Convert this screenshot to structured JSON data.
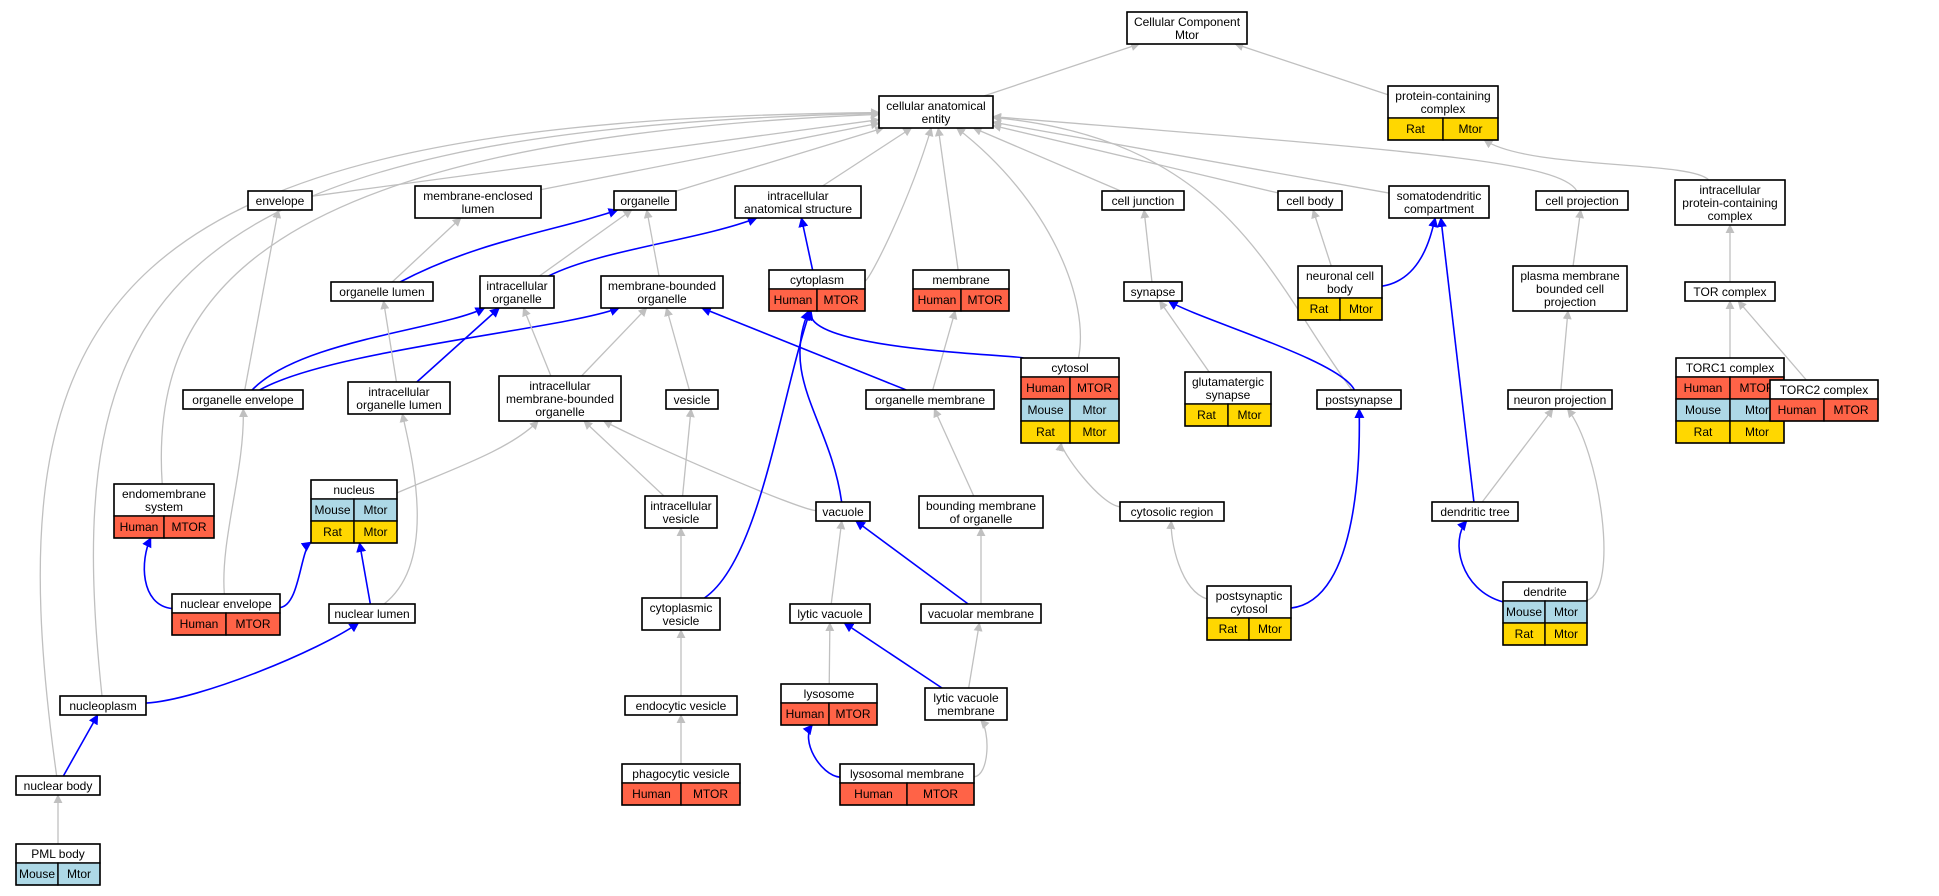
{
  "diagram": {
    "palette": {
      "human": "#FF6347",
      "mouse": "#ADD8E6",
      "rat": "#FFD700",
      "edge_is_a": "#C0C0C0",
      "edge_part_of": "#0000FF"
    },
    "nodes": [
      {
        "id": "cc_root",
        "lines": [
          "Cellular Component",
          "Mtor"
        ],
        "badges": []
      },
      {
        "id": "protein_complex",
        "lines": [
          "protein-containing",
          "complex"
        ],
        "badges": [
          [
            "Rat",
            "Mtor"
          ]
        ]
      },
      {
        "id": "cae",
        "lines": [
          "cellular anatomical",
          "entity"
        ],
        "badges": []
      },
      {
        "id": "envelope",
        "lines": [
          "envelope"
        ],
        "badges": []
      },
      {
        "id": "mel",
        "lines": [
          "membrane-enclosed",
          "lumen"
        ],
        "badges": []
      },
      {
        "id": "organelle",
        "lines": [
          "organelle"
        ],
        "badges": []
      },
      {
        "id": "ias",
        "lines": [
          "intracellular",
          "anatomical structure"
        ],
        "badges": []
      },
      {
        "id": "cell_junction",
        "lines": [
          "cell junction"
        ],
        "badges": []
      },
      {
        "id": "cell_body",
        "lines": [
          "cell body"
        ],
        "badges": []
      },
      {
        "id": "sdc",
        "lines": [
          "somatodendritic",
          "compartment"
        ],
        "badges": []
      },
      {
        "id": "cell_projection",
        "lines": [
          "cell projection"
        ],
        "badges": []
      },
      {
        "id": "ipcc",
        "lines": [
          "intracellular",
          "protein-containing",
          "complex"
        ],
        "badges": []
      },
      {
        "id": "org_lumen",
        "lines": [
          "organelle lumen"
        ],
        "badges": []
      },
      {
        "id": "intra_org",
        "lines": [
          "intracellular",
          "organelle"
        ],
        "badges": []
      },
      {
        "id": "mbo",
        "lines": [
          "membrane-bounded",
          "organelle"
        ],
        "badges": []
      },
      {
        "id": "cytoplasm",
        "lines": [
          "cytoplasm"
        ],
        "badges": [
          [
            "Human",
            "MTOR"
          ]
        ]
      },
      {
        "id": "membrane",
        "lines": [
          "membrane"
        ],
        "badges": [
          [
            "Human",
            "MTOR"
          ]
        ]
      },
      {
        "id": "synapse",
        "lines": [
          "synapse"
        ],
        "badges": []
      },
      {
        "id": "ncb",
        "lines": [
          "neuronal cell",
          "body"
        ],
        "badges": [
          [
            "Rat",
            "Mtor"
          ]
        ]
      },
      {
        "id": "pmbcp",
        "lines": [
          "plasma membrane",
          "bounded cell",
          "projection"
        ],
        "badges": []
      },
      {
        "id": "tor",
        "lines": [
          "TOR complex"
        ],
        "badges": []
      },
      {
        "id": "org_env",
        "lines": [
          "organelle envelope"
        ],
        "badges": []
      },
      {
        "id": "iol",
        "lines": [
          "intracellular",
          "organelle lumen"
        ],
        "badges": []
      },
      {
        "id": "imbo",
        "lines": [
          "intracellular",
          "membrane-bounded",
          "organelle"
        ],
        "badges": []
      },
      {
        "id": "vesicle",
        "lines": [
          "vesicle"
        ],
        "badges": []
      },
      {
        "id": "org_mem",
        "lines": [
          "organelle membrane"
        ],
        "badges": []
      },
      {
        "id": "cytosol",
        "lines": [
          "cytosol"
        ],
        "badges": [
          [
            "Human",
            "MTOR"
          ],
          [
            "Mouse",
            "Mtor"
          ],
          [
            "Rat",
            "Mtor"
          ]
        ]
      },
      {
        "id": "glut",
        "lines": [
          "glutamatergic",
          "synapse"
        ],
        "badges": [
          [
            "Rat",
            "Mtor"
          ]
        ]
      },
      {
        "id": "postsynapse",
        "lines": [
          "postsynapse"
        ],
        "badges": []
      },
      {
        "id": "neuron_proj",
        "lines": [
          "neuron projection"
        ],
        "badges": []
      },
      {
        "id": "torc1",
        "lines": [
          "TORC1 complex"
        ],
        "badges": [
          [
            "Human",
            "MTOR"
          ],
          [
            "Mouse",
            "Mtor"
          ],
          [
            "Rat",
            "Mtor"
          ]
        ]
      },
      {
        "id": "torc2",
        "lines": [
          "TORC2 complex"
        ],
        "badges": [
          [
            "Human",
            "MTOR"
          ]
        ]
      },
      {
        "id": "endo",
        "lines": [
          "endomembrane",
          "system"
        ],
        "badges": [
          [
            "Human",
            "MTOR"
          ]
        ]
      },
      {
        "id": "nucleus",
        "lines": [
          "nucleus"
        ],
        "badges": [
          [
            "Mouse",
            "Mtor"
          ],
          [
            "Rat",
            "Mtor"
          ]
        ]
      },
      {
        "id": "iv",
        "lines": [
          "intracellular",
          "vesicle"
        ],
        "badges": []
      },
      {
        "id": "vacuole",
        "lines": [
          "vacuole"
        ],
        "badges": []
      },
      {
        "id": "bmo",
        "lines": [
          "bounding membrane",
          "of organelle"
        ],
        "badges": []
      },
      {
        "id": "cytosolic_region",
        "lines": [
          "cytosolic region"
        ],
        "badges": []
      },
      {
        "id": "dendritic_tree",
        "lines": [
          "dendritic tree"
        ],
        "badges": []
      },
      {
        "id": "nuc_env",
        "lines": [
          "nuclear envelope"
        ],
        "badges": [
          [
            "Human",
            "MTOR"
          ]
        ]
      },
      {
        "id": "nuc_lumen",
        "lines": [
          "nuclear lumen"
        ],
        "badges": []
      },
      {
        "id": "cyto_vesicle",
        "lines": [
          "cytoplasmic",
          "vesicle"
        ],
        "badges": []
      },
      {
        "id": "lytic_vac",
        "lines": [
          "lytic vacuole"
        ],
        "badges": []
      },
      {
        "id": "vac_mem",
        "lines": [
          "vacuolar membrane"
        ],
        "badges": []
      },
      {
        "id": "ps_cytosol",
        "lines": [
          "postsynaptic",
          "cytosol"
        ],
        "badges": [
          [
            "Rat",
            "Mtor"
          ]
        ]
      },
      {
        "id": "dendrite",
        "lines": [
          "dendrite"
        ],
        "badges": [
          [
            "Mouse",
            "Mtor"
          ],
          [
            "Rat",
            "Mtor"
          ]
        ]
      },
      {
        "id": "nucleoplasm",
        "lines": [
          "nucleoplasm"
        ],
        "badges": []
      },
      {
        "id": "endocytic",
        "lines": [
          "endocytic vesicle"
        ],
        "badges": []
      },
      {
        "id": "lysosome",
        "lines": [
          "lysosome"
        ],
        "badges": [
          [
            "Human",
            "MTOR"
          ]
        ]
      },
      {
        "id": "lvm",
        "lines": [
          "lytic vacuole",
          "membrane"
        ],
        "badges": []
      },
      {
        "id": "nuclear_body",
        "lines": [
          "nuclear body"
        ],
        "badges": []
      },
      {
        "id": "phagocytic",
        "lines": [
          "phagocytic vesicle"
        ],
        "badges": [
          [
            "Human",
            "MTOR"
          ]
        ]
      },
      {
        "id": "lyso_mem",
        "lines": [
          "lysosomal membrane"
        ],
        "badges": [
          [
            "Human",
            "MTOR"
          ]
        ]
      },
      {
        "id": "pml",
        "lines": [
          "PML body"
        ],
        "badges": [
          [
            "Mouse",
            "Mtor"
          ]
        ]
      }
    ],
    "edges": [
      {
        "from": "cae",
        "to": "cc_root",
        "type": "is_a"
      },
      {
        "from": "protein_complex",
        "to": "cc_root",
        "type": "is_a"
      },
      {
        "from": "envelope",
        "to": "cae",
        "type": "is_a"
      },
      {
        "from": "mel",
        "to": "cae",
        "type": "is_a"
      },
      {
        "from": "organelle",
        "to": "cae",
        "type": "is_a"
      },
      {
        "from": "ias",
        "to": "cae",
        "type": "is_a"
      },
      {
        "from": "cytoplasm",
        "to": "cae",
        "type": "is_a"
      },
      {
        "from": "membrane",
        "to": "cae",
        "type": "is_a"
      },
      {
        "from": "cytosol",
        "to": "cae",
        "type": "is_a"
      },
      {
        "from": "cell_junction",
        "to": "cae",
        "type": "is_a"
      },
      {
        "from": "postsynapse",
        "to": "cae",
        "type": "is_a"
      },
      {
        "from": "cell_body",
        "to": "cae",
        "type": "is_a"
      },
      {
        "from": "sdc",
        "to": "cae",
        "type": "is_a"
      },
      {
        "from": "cell_projection",
        "to": "cae",
        "type": "is_a"
      },
      {
        "from": "ipcc",
        "to": "protein_complex",
        "type": "is_a"
      },
      {
        "from": "endo",
        "to": "cae",
        "type": "is_a"
      },
      {
        "from": "nucleoplasm",
        "to": "cae",
        "type": "is_a"
      },
      {
        "from": "nuclear_body",
        "to": "cae",
        "type": "is_a"
      },
      {
        "from": "org_lumen",
        "to": "mel",
        "type": "is_a"
      },
      {
        "from": "org_lumen",
        "to": "organelle",
        "type": "part_of"
      },
      {
        "from": "intra_org",
        "to": "organelle",
        "type": "is_a"
      },
      {
        "from": "intra_org",
        "to": "ias",
        "type": "part_of"
      },
      {
        "from": "mbo",
        "to": "organelle",
        "type": "is_a"
      },
      {
        "from": "cytoplasm",
        "to": "ias",
        "type": "part_of"
      },
      {
        "from": "synapse",
        "to": "cell_junction",
        "type": "is_a"
      },
      {
        "from": "ncb",
        "to": "cell_body",
        "type": "is_a"
      },
      {
        "from": "ncb",
        "to": "sdc",
        "type": "part_of"
      },
      {
        "from": "pmbcp",
        "to": "cell_projection",
        "type": "is_a"
      },
      {
        "from": "tor",
        "to": "ipcc",
        "type": "is_a"
      },
      {
        "from": "org_env",
        "to": "envelope",
        "type": "is_a"
      },
      {
        "from": "org_env",
        "to": "intra_org",
        "type": "part_of"
      },
      {
        "from": "org_env",
        "to": "mbo",
        "type": "part_of"
      },
      {
        "from": "iol",
        "to": "org_lumen",
        "type": "is_a"
      },
      {
        "from": "iol",
        "to": "intra_org",
        "type": "part_of"
      },
      {
        "from": "imbo",
        "to": "intra_org",
        "type": "is_a"
      },
      {
        "from": "imbo",
        "to": "mbo",
        "type": "is_a"
      },
      {
        "from": "vesicle",
        "to": "mbo",
        "type": "is_a"
      },
      {
        "from": "org_mem",
        "to": "membrane",
        "type": "is_a"
      },
      {
        "from": "org_mem",
        "to": "mbo",
        "type": "part_of"
      },
      {
        "from": "cytosol",
        "to": "cytoplasm",
        "type": "part_of"
      },
      {
        "from": "glut",
        "to": "synapse",
        "type": "is_a"
      },
      {
        "from": "postsynapse",
        "to": "synapse",
        "type": "part_of"
      },
      {
        "from": "neuron_proj",
        "to": "pmbcp",
        "type": "is_a"
      },
      {
        "from": "torc1",
        "to": "tor",
        "type": "is_a"
      },
      {
        "from": "torc2",
        "to": "tor",
        "type": "is_a"
      },
      {
        "from": "nucleus",
        "to": "imbo",
        "type": "is_a"
      },
      {
        "from": "iv",
        "to": "imbo",
        "type": "is_a"
      },
      {
        "from": "iv",
        "to": "vesicle",
        "type": "is_a"
      },
      {
        "from": "vacuole",
        "to": "imbo",
        "type": "is_a"
      },
      {
        "from": "vacuole",
        "to": "cytoplasm",
        "type": "part_of"
      },
      {
        "from": "bmo",
        "to": "org_mem",
        "type": "is_a"
      },
      {
        "from": "cytosolic_region",
        "to": "cytosol",
        "type": "is_a"
      },
      {
        "from": "dendritic_tree",
        "to": "neuron_proj",
        "type": "is_a"
      },
      {
        "from": "dendritic_tree",
        "to": "sdc",
        "type": "part_of"
      },
      {
        "from": "nuc_env",
        "to": "org_env",
        "type": "is_a"
      },
      {
        "from": "nuc_env",
        "to": "endo",
        "type": "part_of"
      },
      {
        "from": "nuc_env",
        "to": "nucleus",
        "type": "part_of"
      },
      {
        "from": "nuc_lumen",
        "to": "iol",
        "type": "is_a"
      },
      {
        "from": "nuc_lumen",
        "to": "nucleus",
        "type": "part_of"
      },
      {
        "from": "cyto_vesicle",
        "to": "iv",
        "type": "is_a"
      },
      {
        "from": "cyto_vesicle",
        "to": "cytoplasm",
        "type": "part_of"
      },
      {
        "from": "lytic_vac",
        "to": "vacuole",
        "type": "is_a"
      },
      {
        "from": "vac_mem",
        "to": "bmo",
        "type": "is_a"
      },
      {
        "from": "vac_mem",
        "to": "vacuole",
        "type": "part_of"
      },
      {
        "from": "ps_cytosol",
        "to": "cytosolic_region",
        "type": "is_a"
      },
      {
        "from": "ps_cytosol",
        "to": "postsynapse",
        "type": "part_of"
      },
      {
        "from": "dendrite",
        "to": "neuron_proj",
        "type": "is_a"
      },
      {
        "from": "dendrite",
        "to": "dendritic_tree",
        "type": "part_of"
      },
      {
        "from": "nucleoplasm",
        "to": "nuc_lumen",
        "type": "part_of"
      },
      {
        "from": "endocytic",
        "to": "cyto_vesicle",
        "type": "is_a"
      },
      {
        "from": "lysosome",
        "to": "lytic_vac",
        "type": "is_a"
      },
      {
        "from": "lvm",
        "to": "vac_mem",
        "type": "is_a"
      },
      {
        "from": "lvm",
        "to": "lytic_vac",
        "type": "part_of"
      },
      {
        "from": "nuclear_body",
        "to": "nucleoplasm",
        "type": "part_of"
      },
      {
        "from": "phagocytic",
        "to": "endocytic",
        "type": "is_a"
      },
      {
        "from": "lyso_mem",
        "to": "lysosome",
        "type": "part_of"
      },
      {
        "from": "lyso_mem",
        "to": "lvm",
        "type": "is_a"
      },
      {
        "from": "pml",
        "to": "nuclear_body",
        "type": "is_a"
      }
    ]
  }
}
